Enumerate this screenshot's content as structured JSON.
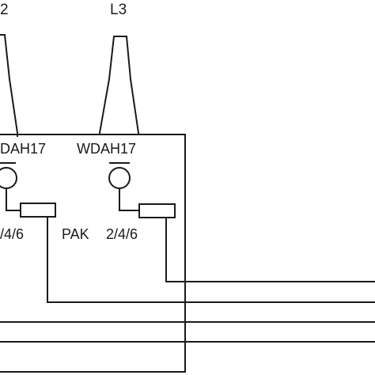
{
  "diagram": {
    "lines": [
      {
        "id": "l2",
        "label": "2"
      },
      {
        "id": "l3",
        "label": "L3"
      }
    ],
    "devices": [
      {
        "id": "left",
        "model": "DAH17",
        "pak": "/4/6"
      },
      {
        "id": "right",
        "model": "WDAH17",
        "pak_prefix": "PAK",
        "pak": "2/4/6"
      }
    ],
    "colors": {
      "stroke": "#1a1a1a",
      "background": "#ffffff"
    }
  }
}
